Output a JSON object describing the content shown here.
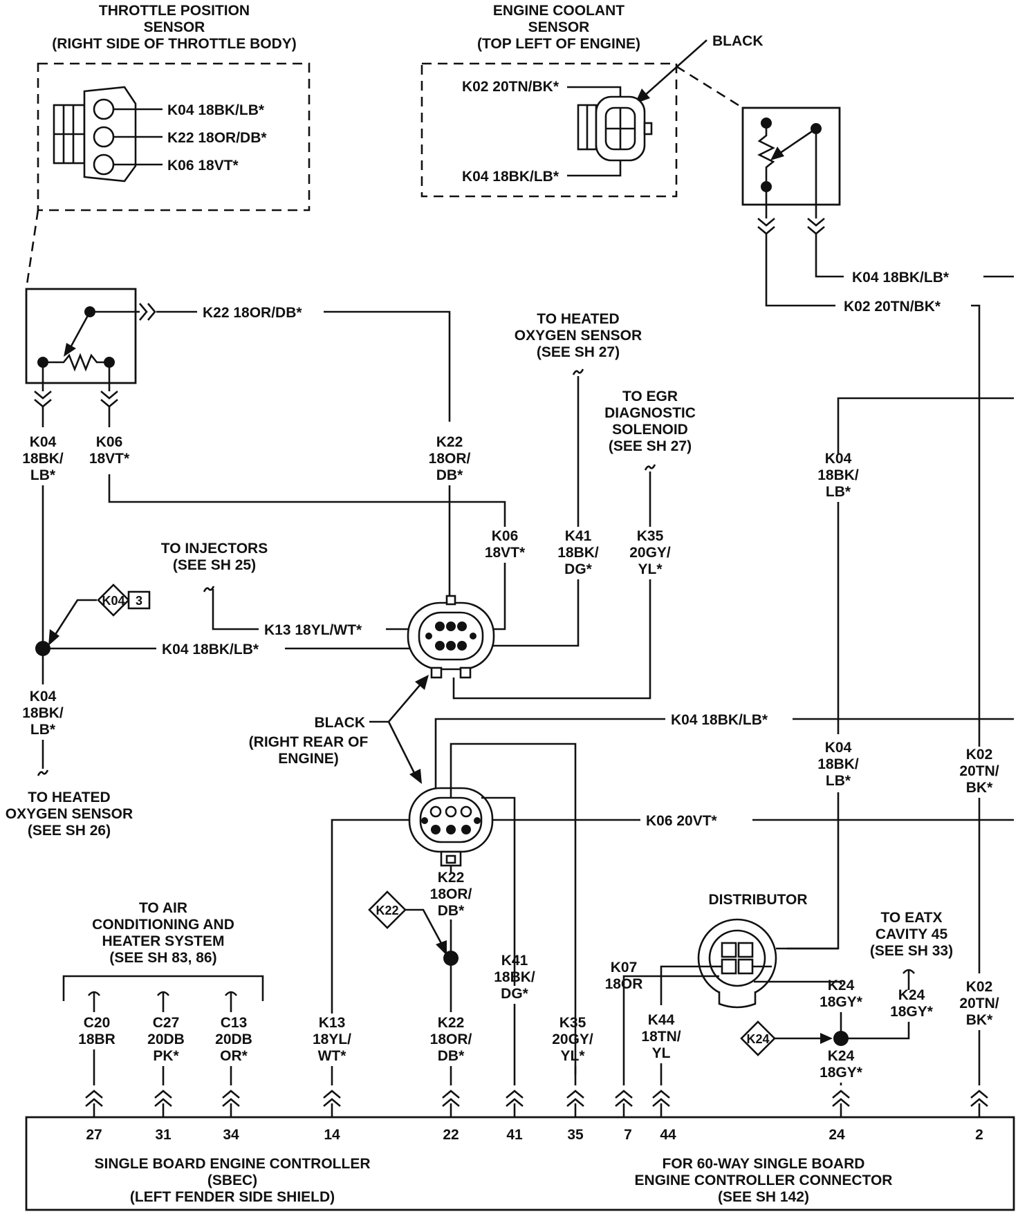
{
  "tps": {
    "title": [
      "THROTTLE POSITION",
      "SENSOR",
      "(RIGHT SIDE OF THROTTLE BODY)"
    ],
    "pin_labels": [
      "K04 18BK/LB*",
      "K22 18OR/DB*",
      "K06 18VT*"
    ]
  },
  "ect": {
    "title": [
      "ENGINE COOLANT",
      "SENSOR",
      "(TOP LEFT OF ENGINE)"
    ],
    "black": "BLACK",
    "pin_labels": [
      "K02 20TN/BK*",
      "K04 18BK/LB*"
    ]
  },
  "wires": {
    "tps_k22": "K22 18OR/DB*",
    "tps_k04_vert": [
      "K04",
      "18BK/",
      "LB*"
    ],
    "tps_k06_vert": [
      "K06",
      "18VT*"
    ],
    "k22_vert": [
      "K22",
      "18OR/",
      "DB*"
    ],
    "k06_vert": [
      "K06",
      "18VT*"
    ],
    "k41_vert": [
      "K41",
      "18BK/",
      "DG*"
    ],
    "k35_vert": [
      "K35",
      "20GY/",
      "YL*"
    ],
    "k13_h": "K13 18YL/WT*",
    "k04_h": "K04 18BK/LB*",
    "splice_k04_low": [
      "K04",
      "18BK/",
      "LB*"
    ],
    "ect_k04": "K04 18BK/LB*",
    "ect_k02": "K02 20TN/BK*",
    "right_k04_vert": [
      "K04",
      "18BK/",
      "LB*"
    ],
    "mid_k04_h": "K04 18BK/LB*",
    "right_k04_vert2": [
      "K04",
      "18BK/",
      "LB*"
    ],
    "k02_vert": [
      "K02",
      "20TN/",
      "BK*"
    ],
    "k06_20vt": "K06 20VT*",
    "k22_below": [
      "K22",
      "18OR/",
      "DB*"
    ],
    "k41_below": [
      "K41",
      "18BK/",
      "DG*"
    ],
    "k07": [
      "K07",
      "18OR"
    ],
    "k44": [
      "K44",
      "18TN/",
      "YL"
    ],
    "k24_a": [
      "K24",
      "18GY*"
    ],
    "k24_b": [
      "K24",
      "18GY*"
    ],
    "k24_c": [
      "K24",
      "18GY*"
    ],
    "k02_low": [
      "K02",
      "20TN/",
      "BK*"
    ]
  },
  "refs": {
    "heated_o2_27": [
      "TO HEATED",
      "OXYGEN SENSOR",
      "(SEE SH 27)"
    ],
    "egr": [
      "TO EGR",
      "DIAGNOSTIC",
      "SOLENOID",
      "(SEE SH 27)"
    ],
    "injectors": [
      "TO INJECTORS",
      "(SEE SH 25)"
    ],
    "heated_o2_26": [
      "TO HEATED",
      "OXYGEN SENSOR",
      "(SEE SH 26)"
    ],
    "black_rear": [
      "BLACK",
      "(RIGHT REAR OF",
      "ENGINE)"
    ],
    "ac": [
      "TO AIR",
      "CONDITIONING AND",
      "HEATER SYSTEM",
      "(SEE SH 83, 86)"
    ],
    "distributor": "DISTRIBUTOR",
    "eatx": [
      "TO EATX",
      "CAVITY 45",
      "(SEE SH 33)"
    ]
  },
  "splices": {
    "k04": "K04",
    "k04_sheet": "3",
    "k22": "K22",
    "k24": "K24"
  },
  "ac_wires": [
    [
      "C20",
      "18BR"
    ],
    [
      "C27",
      "20DB",
      "PK*"
    ],
    [
      "C13",
      "20DB",
      "OR*"
    ]
  ],
  "k13_low": [
    "K13",
    "18YL/",
    "WT*"
  ],
  "k22_low": [
    "K22",
    "18OR/",
    "DB*"
  ],
  "k35_low": [
    "K35",
    "20GY/",
    "YL*"
  ],
  "sbec": {
    "pins": [
      "27",
      "31",
      "34",
      "14",
      "22",
      "41",
      "35",
      "7",
      "44",
      "24",
      "2"
    ],
    "left_text": [
      "SINGLE BOARD ENGINE CONTROLLER",
      "(SBEC)",
      "(LEFT FENDER SIDE SHIELD)"
    ],
    "right_text": [
      "FOR 60-WAY SINGLE BOARD",
      "ENGINE CONTROLLER CONNECTOR",
      "(SEE SH 142)"
    ]
  }
}
